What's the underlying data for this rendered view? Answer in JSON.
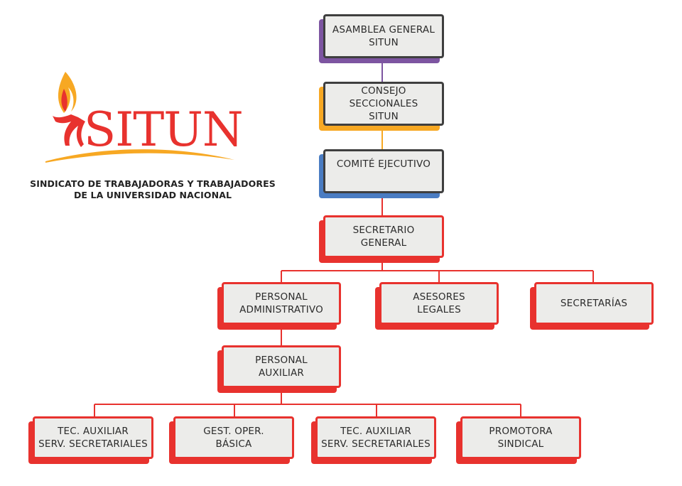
{
  "logo": {
    "wordmark": "SITUN",
    "brand_red": "#e8322e",
    "swoosh_color": "#f7a823"
  },
  "org_name": {
    "line1": "SINDICATO DE TRABAJADORAS Y TRABAJADORES",
    "line2": "DE LA UNIVERSIDAD NACIONAL"
  },
  "colors": {
    "purple": "#7d55a1",
    "orange": "#f7a823",
    "blue": "#4a7cc2",
    "red": "#e8322e",
    "dark_border": "#3f3f3f",
    "box_fill": "#ececea"
  },
  "org_chart": {
    "asamblea": "ASAMBLEA GENERAL\nSITUN",
    "consejo": "CONSEJO SECCIONALES\nSITUN",
    "comite": "COMITÉ EJECUTIVO",
    "secretario": "SECRETARIO\nGENERAL",
    "personal_admin": "PERSONAL\nADMINISTRATIVO",
    "asesores": "ASESORES\nLEGALES",
    "secretarias": "SECRETARÍAS",
    "personal_aux": "PERSONAL\nAUXILIAR",
    "tec_aux_1": "TEC. AUXILIAR\nSERV. SECRETARIALES",
    "gest_oper": "GEST. OPER.\nBÁSICA",
    "tec_aux_2": "TEC. AUXILIAR\nSERV. SECRETARIALES",
    "promotora": "PROMOTORA\nSINDICAL"
  }
}
